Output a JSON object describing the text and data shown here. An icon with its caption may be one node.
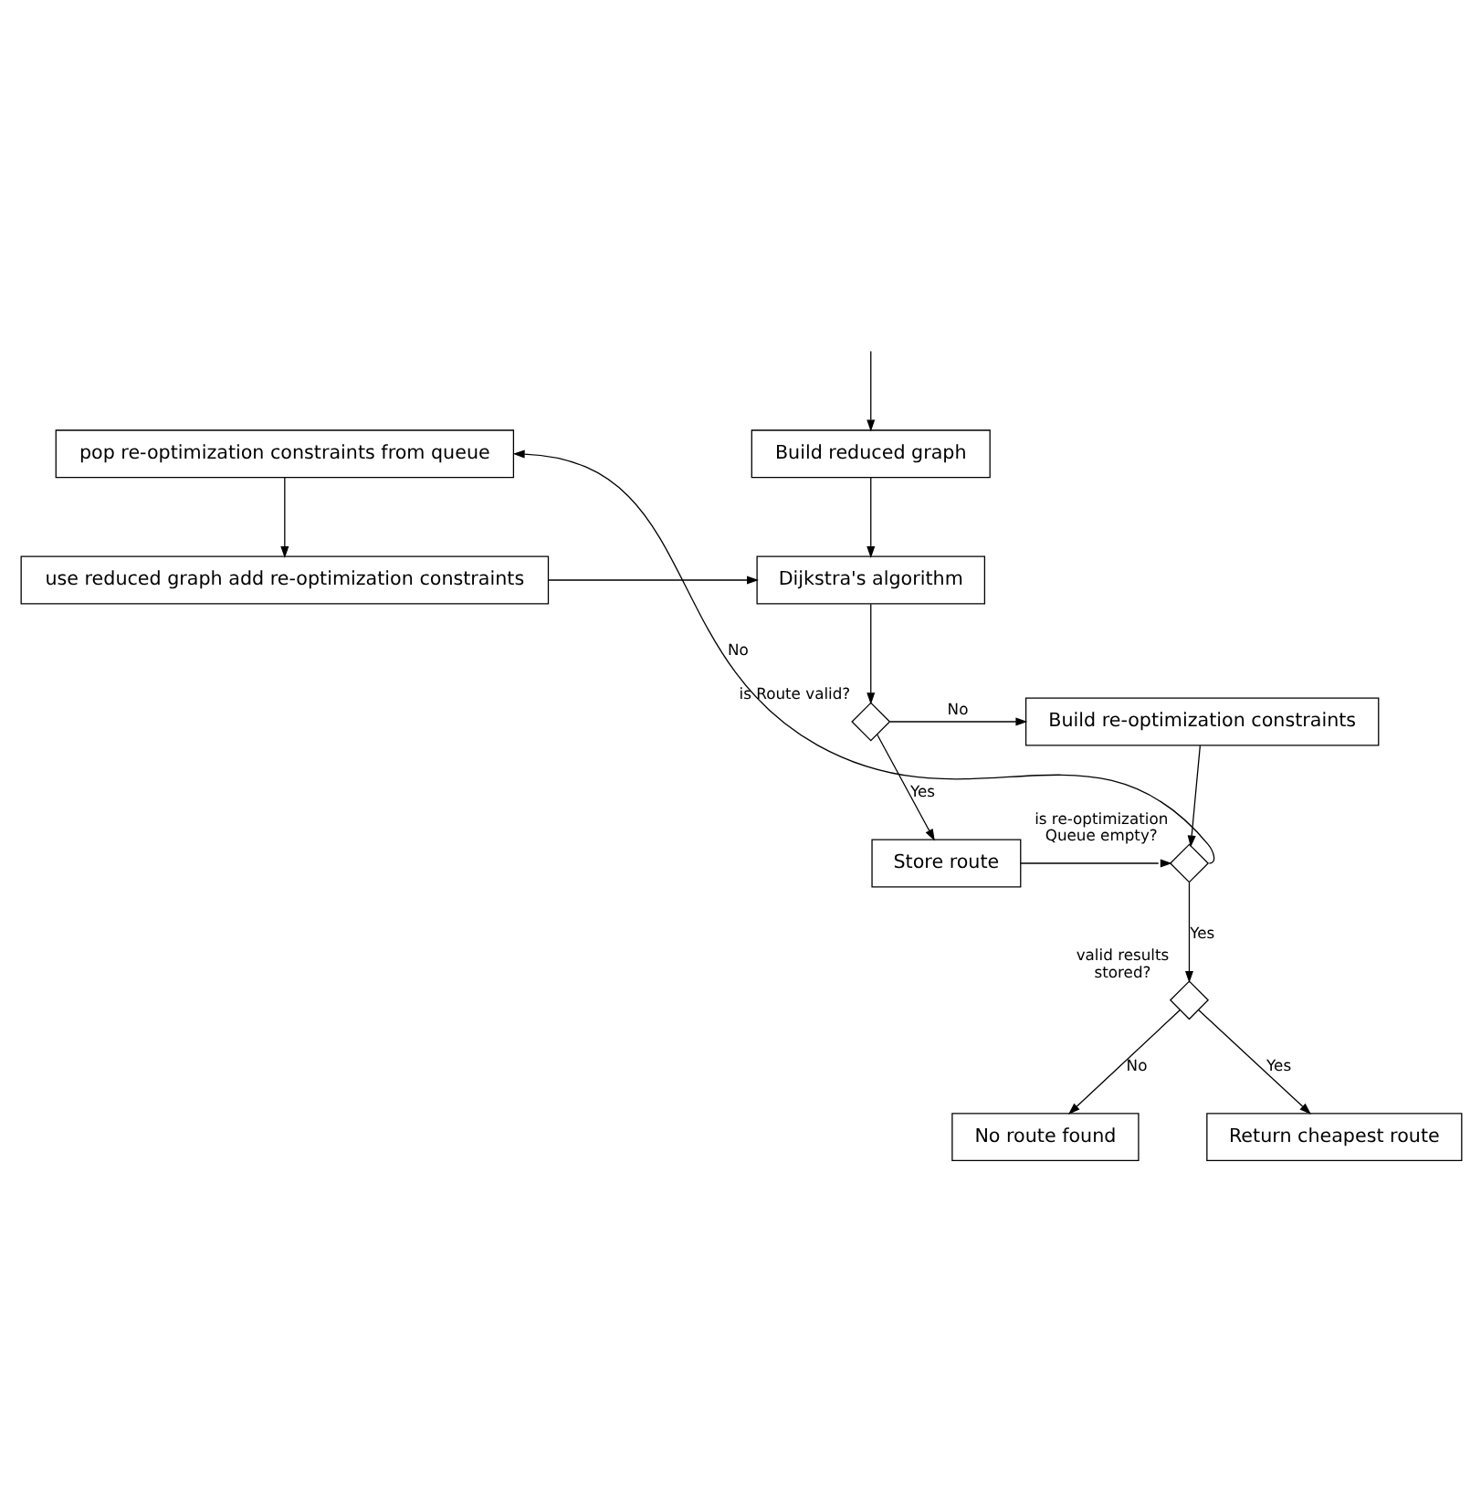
{
  "diagram": {
    "nodes": [
      {
        "text": [
          "Build reduced graph"
        ]
      },
      {
        "text": [
          "pop re-optimization constraints from queue"
        ]
      },
      {
        "text": [
          "Dijkstra's algorithm"
        ]
      },
      {
        "text": [
          "use reduced graph add re-optimization constraints"
        ]
      },
      {
        "text": [],
        "shape": "diamond",
        "beside": [
          "is Route valid?"
        ]
      },
      {
        "text": [
          "Build re-optimization constraints"
        ]
      },
      {
        "text": [
          "Store route"
        ]
      },
      {
        "text": [],
        "shape": "diamond",
        "beside": [
          "is re-optimization Queue empty?"
        ]
      },
      {
        "text": [],
        "shape": "diamond",
        "beside": [
          "valid results stored?"
        ]
      },
      {
        "text": [
          "No route found"
        ]
      },
      {
        "text": [
          "Return cheapest route"
        ]
      }
    ],
    "edges": [
      {
        "from": null,
        "to": 0,
        "arrow": "to"
      },
      {
        "from": 0,
        "to": 2,
        "arrow": "to"
      },
      {
        "from": 1,
        "to": 3,
        "arrow": "to"
      },
      {
        "from": 3,
        "to": 2,
        "arrow": "to"
      },
      {
        "from": 2,
        "to": 4,
        "arrow": "to"
      },
      {
        "from": 4,
        "to": 5,
        "arrow": "to",
        "label": "No"
      },
      {
        "from": 4,
        "to": 6,
        "arrow": "to",
        "label": "Yes"
      },
      {
        "from": 5,
        "to": 7,
        "arrow": "to"
      },
      {
        "from": 6,
        "to": 7,
        "arrow": "to"
      },
      {
        "from": 7,
        "to": 1,
        "arrow": "to",
        "label": "No"
      },
      {
        "from": 7,
        "to": 8,
        "arrow": "to",
        "label": "Yes"
      },
      {
        "from": 8,
        "to": 9,
        "arrow": "to",
        "label": "No"
      },
      {
        "from": 8,
        "to": 10,
        "arrow": "to",
        "label": "Yes"
      }
    ]
  }
}
